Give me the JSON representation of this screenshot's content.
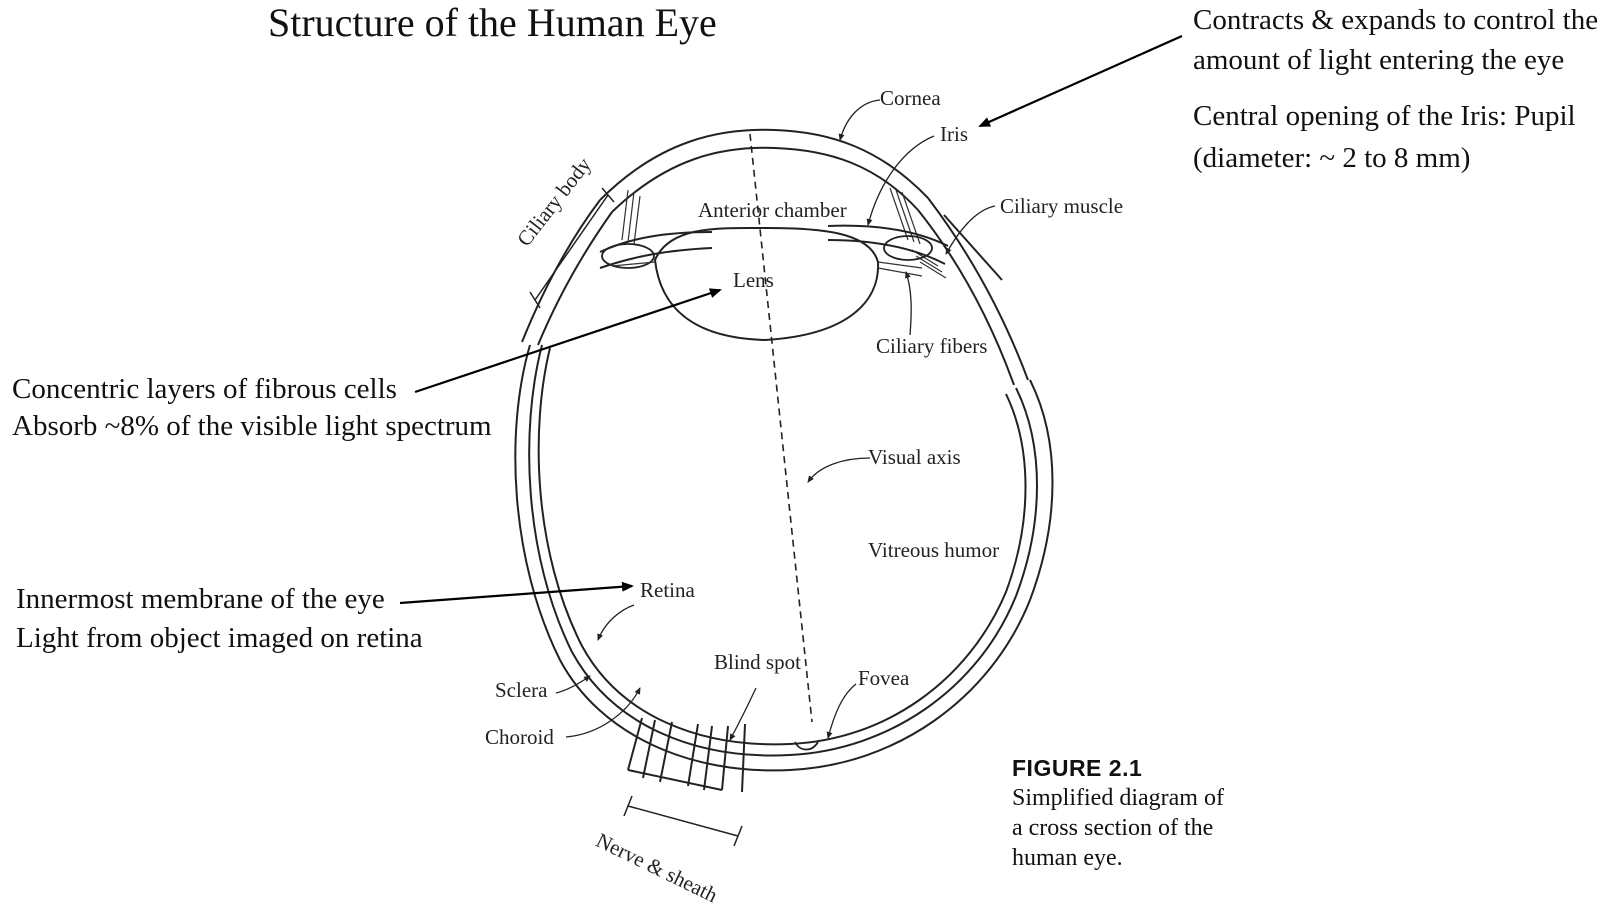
{
  "title": "Structure of the Human Eye",
  "notes": {
    "iris_line1": "Contracts & expands to control the",
    "iris_line2": "amount of light entering the eye",
    "pupil_line1": "Central opening of the Iris: Pupil",
    "pupil_line2": "(diameter: ~ 2 to 8 mm)",
    "lens_line1": "Concentric layers of fibrous cells",
    "lens_line2": "Absorb ~8% of the visible light spectrum",
    "retina_line1": "Innermost membrane of the eye",
    "retina_line2": "Light from object imaged on retina"
  },
  "labels": {
    "cornea": "Cornea",
    "iris": "Iris",
    "ciliary_body": "Ciliary body",
    "anterior_chamber": "Anterior chamber",
    "ciliary_muscle": "Ciliary muscle",
    "lens": "Lens",
    "ciliary_fibers": "Ciliary fibers",
    "visual_axis": "Visual axis",
    "vitreous_humor": "Vitreous humor",
    "retina": "Retina",
    "blind_spot": "Blind spot",
    "fovea": "Fovea",
    "sclera": "Sclera",
    "choroid": "Choroid",
    "nerve_sheath": "Nerve & sheath"
  },
  "figure": {
    "number": "FIGURE 2.1",
    "caption": "Simplified diagram of a cross section of the human eye."
  }
}
